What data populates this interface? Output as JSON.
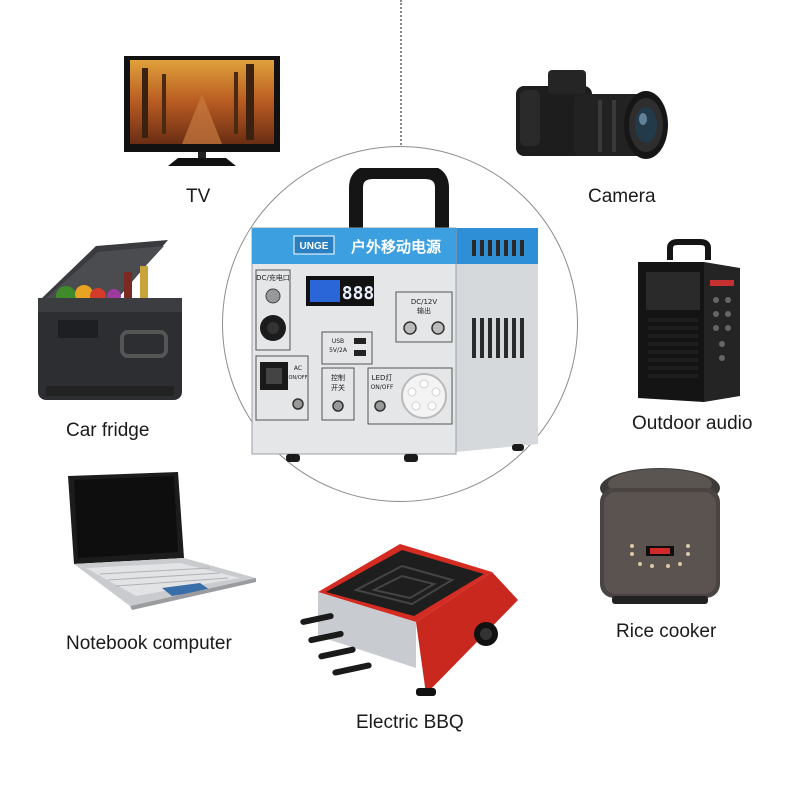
{
  "product": {
    "brand_badge": "UNGE",
    "panel_title": "户外移动电源",
    "display_reading": "888",
    "port_labels": {
      "dc_charge": "DC/充电口",
      "dc_12v_line1": "DC/12V",
      "dc_12v_line2": "输出",
      "usb_line1": "USB",
      "usb_line2": "5V/2A",
      "ac_line1": "AC",
      "ac_line2": "ON/OFF",
      "control_line1": "控制",
      "control_line2": "开关",
      "led_line1": "LED灯",
      "led_line2": "ON/OFF"
    },
    "accent_color": "#3b9fe0",
    "body_color": "#e4e6e8"
  },
  "appliances": [
    {
      "id": "tv",
      "label": "TV"
    },
    {
      "id": "camera",
      "label": "Camera"
    },
    {
      "id": "car-fridge",
      "label": "Car fridge"
    },
    {
      "id": "outdoor-audio",
      "label": "Outdoor audio"
    },
    {
      "id": "notebook-computer",
      "label": "Notebook computer"
    },
    {
      "id": "rice-cooker",
      "label": "Rice cooker"
    },
    {
      "id": "electric-bbq",
      "label": "Electric BBQ"
    }
  ]
}
